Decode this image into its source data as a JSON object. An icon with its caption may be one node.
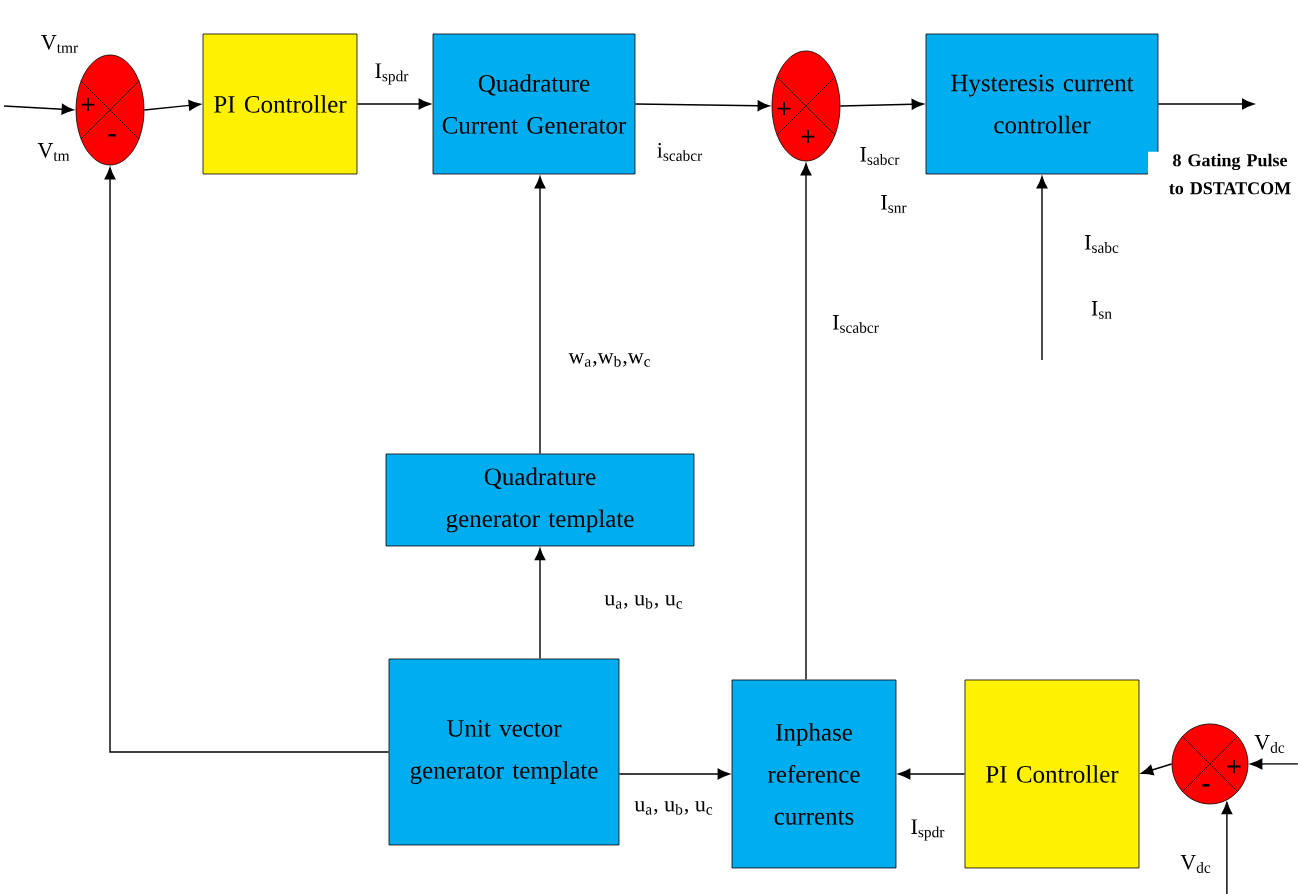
{
  "diagram": {
    "nodes": [
      {
        "text": [
          "+",
          "-"
        ]
      },
      {
        "text": [
          "PI Controller"
        ]
      },
      {
        "text": [
          "Quadrature Current Generator"
        ]
      },
      {
        "text": [
          "+",
          "+"
        ]
      },
      {
        "text": [
          "Hysteresis current controller"
        ]
      },
      {
        "text": [
          "Quadrature generator template"
        ]
      },
      {
        "text": [
          "Unit vector generator template"
        ]
      },
      {
        "text": [
          "Inphase reference currents"
        ]
      },
      {
        "text": [
          "PI Controller"
        ]
      },
      {
        "text": [
          "+",
          "-"
        ]
      }
    ],
    "edges": [
      {
        "from": null,
        "to": 0,
        "arrow": "to",
        "label": "V$_{tmr}$"
      },
      {
        "from": 6,
        "to": 0,
        "arrow": "to",
        "label": "V$_{tm}$"
      },
      {
        "from": 0,
        "to": 1,
        "arrow": "to"
      },
      {
        "from": 1,
        "to": 2,
        "arrow": "to",
        "label": "I$_{spdr}$"
      },
      {
        "from": 2,
        "to": 3,
        "arrow": "to",
        "label": "i$_{scabcr}$"
      },
      {
        "from": 3,
        "to": 4,
        "arrow": "to"
      },
      {
        "from": 4,
        "to": null,
        "arrow": "to",
        "label": "8 Gating Pulse to DSTATCOM"
      },
      {
        "from": null,
        "to": 4,
        "arrow": "to"
      },
      {
        "from": 5,
        "to": 2,
        "arrow": "to",
        "label": "w$_{a}$,w$_{b}$,w$_{c}$"
      },
      {
        "from": 6,
        "to": 5,
        "arrow": "to",
        "label": "u$_{a}$, u$_{b}$, u$_{c}$"
      },
      {
        "from": 6,
        "to": 7,
        "arrow": "to",
        "label": "u$_{a}$, u$_{b}$, u$_{c}$"
      },
      {
        "from": 7,
        "to": 3,
        "arrow": "to",
        "label": "I$_{scabcr}$"
      },
      {
        "from": 8,
        "to": 7,
        "arrow": "to",
        "label": "I$_{spdr}$"
      },
      {
        "from": 9,
        "to": 8,
        "arrow": "to"
      },
      {
        "from": null,
        "to": 9,
        "arrow": "to",
        "label": "V$_{dc}$"
      },
      {
        "from": null,
        "to": 9,
        "arrow": "to",
        "label": "V$_{dc}$"
      }
    ],
    "labels": [
      "I$_{sabcr}$",
      "I$_{snr}$",
      "I$_{sabc}$",
      "I$_{sn}$"
    ]
  }
}
